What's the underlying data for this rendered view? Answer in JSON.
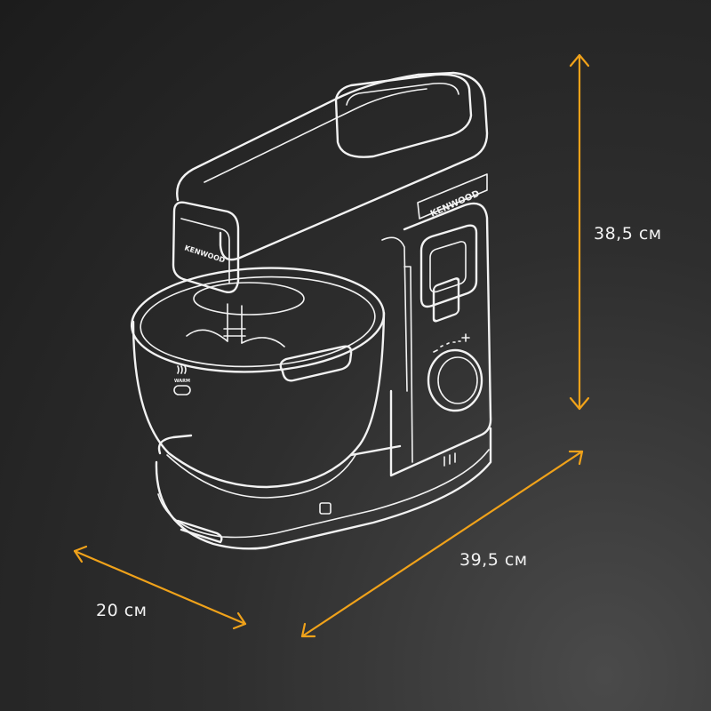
{
  "dimensions": {
    "height": "38,5 см",
    "width": "39,5 см",
    "depth": "20 см"
  },
  "brand": "KENWOOD",
  "bowl_marks": {
    "warm_label": "WARM"
  },
  "colors": {
    "background": "#262626",
    "outline": "#f2f2f2",
    "dimension_lines": "#f0a21a"
  }
}
